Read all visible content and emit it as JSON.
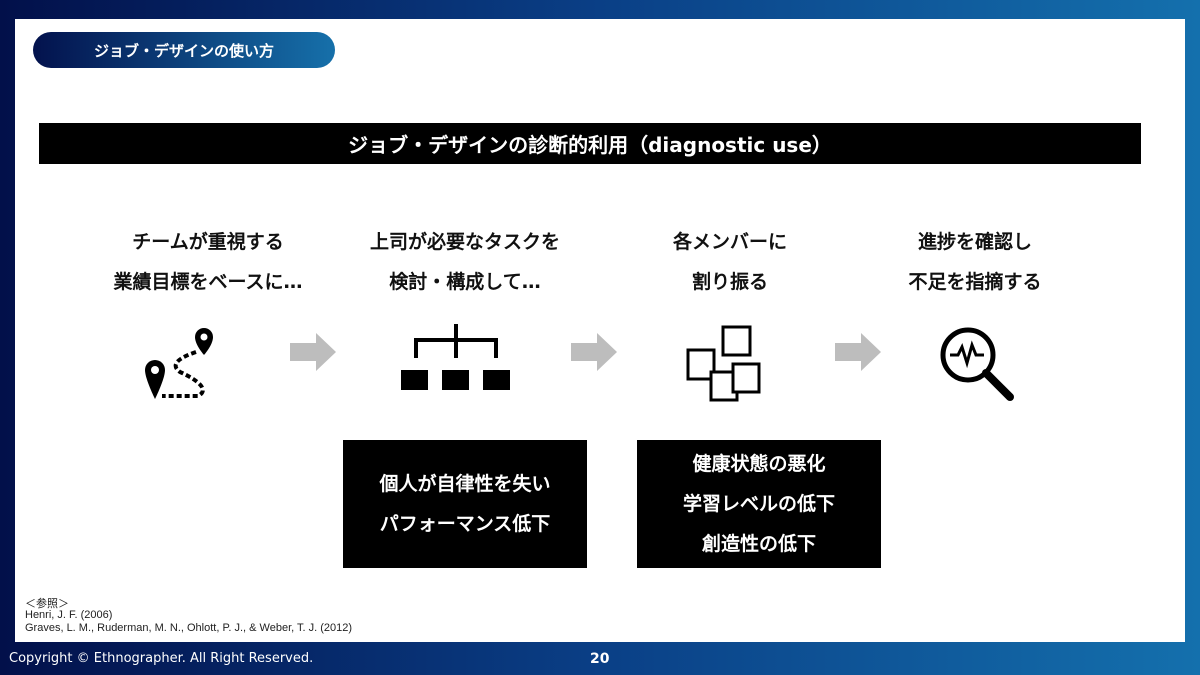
{
  "header": {
    "section_title": "ジョブ・デザインの使い方"
  },
  "banner": {
    "title": "ジョブ・デザインの診断的利用（diagnostic use）"
  },
  "steps": [
    {
      "line1": "チームが重視する",
      "line2": "業績目標をベースに…",
      "icon": "map-route-icon"
    },
    {
      "line1": "上司が必要なタスクを",
      "line2": "検討・構成して…",
      "icon": "org-chart-icon"
    },
    {
      "line1": "各メンバーに",
      "line2": "割り振る",
      "icon": "sticky-notes-icon"
    },
    {
      "line1": "進捗を確認し",
      "line2": "不足を指摘する",
      "icon": "magnifier-pulse-icon"
    }
  ],
  "outcomes": [
    {
      "lines": [
        "個人が自律性を失い",
        "パフォーマンス低下"
      ]
    },
    {
      "lines": [
        "健康状態の悪化",
        "学習レベルの低下",
        "創造性の低下"
      ]
    }
  ],
  "references": {
    "label": "＜参照＞",
    "items": [
      "Henri, J. F. (2006)",
      "Graves, L. M., Ruderman, M. N., Ohlott, P. J., & Weber, T. J. (2012)"
    ]
  },
  "footer": {
    "copyright": "Copyright © Ethnographer. All Right Reserved.",
    "page": "20"
  }
}
